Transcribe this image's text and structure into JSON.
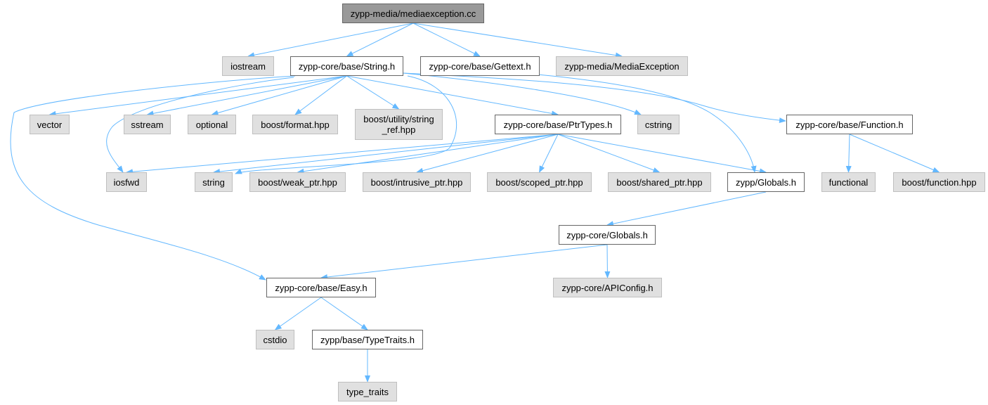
{
  "nodes": {
    "mediaexception_cc": {
      "label": "zypp-media/mediaexception.cc",
      "kind": "root"
    },
    "iostream": {
      "label": "iostream",
      "kind": "ext"
    },
    "string_h": {
      "label": "zypp-core/base/String.h",
      "kind": "local"
    },
    "gettext_h": {
      "label": "zypp-core/base/Gettext.h",
      "kind": "local"
    },
    "mediaexception": {
      "label": "zypp-media/MediaException",
      "kind": "ext"
    },
    "vector": {
      "label": "vector",
      "kind": "ext"
    },
    "sstream": {
      "label": "sstream",
      "kind": "ext"
    },
    "optional": {
      "label": "optional",
      "kind": "ext"
    },
    "boost_format": {
      "label": "boost/format.hpp",
      "kind": "ext"
    },
    "boost_string_ref_l1": {
      "label": "boost/utility/string",
      "kind": "ext"
    },
    "boost_string_ref_l2": {
      "label": "_ref.hpp",
      "kind": "ext"
    },
    "ptrtypes_h": {
      "label": "zypp-core/base/PtrTypes.h",
      "kind": "local"
    },
    "cstring": {
      "label": "cstring",
      "kind": "ext"
    },
    "function_h": {
      "label": "zypp-core/base/Function.h",
      "kind": "local"
    },
    "iosfwd": {
      "label": "iosfwd",
      "kind": "ext"
    },
    "string": {
      "label": "string",
      "kind": "ext"
    },
    "boost_weak_ptr": {
      "label": "boost/weak_ptr.hpp",
      "kind": "ext"
    },
    "boost_intrusive_ptr": {
      "label": "boost/intrusive_ptr.hpp",
      "kind": "ext"
    },
    "boost_scoped_ptr": {
      "label": "boost/scoped_ptr.hpp",
      "kind": "ext"
    },
    "boost_shared_ptr": {
      "label": "boost/shared_ptr.hpp",
      "kind": "ext"
    },
    "zypp_globals_h": {
      "label": "zypp/Globals.h",
      "kind": "local"
    },
    "functional": {
      "label": "functional",
      "kind": "ext"
    },
    "boost_function": {
      "label": "boost/function.hpp",
      "kind": "ext"
    },
    "core_globals_h": {
      "label": "zypp-core/Globals.h",
      "kind": "local"
    },
    "easy_h": {
      "label": "zypp-core/base/Easy.h",
      "kind": "local"
    },
    "apiconfig_h": {
      "label": "zypp-core/APIConfig.h",
      "kind": "ext"
    },
    "cstdio": {
      "label": "cstdio",
      "kind": "ext"
    },
    "typetraits_h": {
      "label": "zypp/base/TypeTraits.h",
      "kind": "local"
    },
    "type_traits": {
      "label": "type_traits",
      "kind": "ext"
    }
  },
  "edges": [
    [
      "mediaexception_cc",
      "iostream"
    ],
    [
      "mediaexception_cc",
      "string_h"
    ],
    [
      "mediaexception_cc",
      "gettext_h"
    ],
    [
      "mediaexception_cc",
      "mediaexception"
    ],
    [
      "string_h",
      "vector"
    ],
    [
      "string_h",
      "sstream"
    ],
    [
      "string_h",
      "optional"
    ],
    [
      "string_h",
      "boost_format"
    ],
    [
      "string_h",
      "boost_string_ref"
    ],
    [
      "string_h",
      "ptrtypes_h"
    ],
    [
      "string_h",
      "cstring"
    ],
    [
      "string_h",
      "function_h"
    ],
    [
      "string_h",
      "iosfwd"
    ],
    [
      "string_h",
      "string"
    ],
    [
      "string_h",
      "easy_h"
    ],
    [
      "gettext_h",
      "zypp_globals_h"
    ],
    [
      "ptrtypes_h",
      "iosfwd"
    ],
    [
      "ptrtypes_h",
      "string"
    ],
    [
      "ptrtypes_h",
      "boost_weak_ptr"
    ],
    [
      "ptrtypes_h",
      "boost_intrusive_ptr"
    ],
    [
      "ptrtypes_h",
      "boost_scoped_ptr"
    ],
    [
      "ptrtypes_h",
      "boost_shared_ptr"
    ],
    [
      "ptrtypes_h",
      "zypp_globals_h"
    ],
    [
      "function_h",
      "functional"
    ],
    [
      "function_h",
      "boost_function"
    ],
    [
      "zypp_globals_h",
      "core_globals_h"
    ],
    [
      "core_globals_h",
      "easy_h"
    ],
    [
      "core_globals_h",
      "apiconfig_h"
    ],
    [
      "easy_h",
      "cstdio"
    ],
    [
      "easy_h",
      "typetraits_h"
    ],
    [
      "typetraits_h",
      "type_traits"
    ]
  ],
  "colors": {
    "edge": "#63b8ff",
    "root_fill": "#999999",
    "local_fill": "#ffffff",
    "ext_fill": "#e0e0e0"
  }
}
